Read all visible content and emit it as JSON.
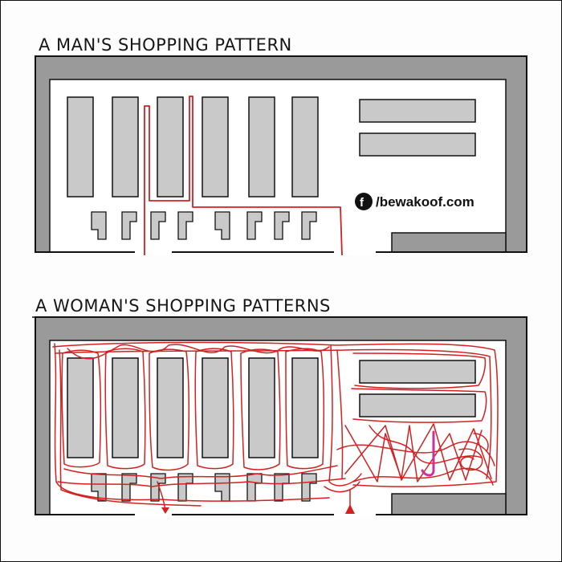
{
  "panels": {
    "man": {
      "title": "A MAN'S SHOPPING PATTERN"
    },
    "woman": {
      "title": "A WOMAN'S SHOPPING PATTERNS"
    }
  },
  "watermark": {
    "text": "/bewakoof.com",
    "icon": "facebook-icon"
  },
  "colors": {
    "floor": "#ffffff",
    "wall": "#9a9a9a",
    "wall_outline": "#111111",
    "shelf": "#c9c9c9",
    "path": "#d42020",
    "marker": "#cc3399"
  }
}
